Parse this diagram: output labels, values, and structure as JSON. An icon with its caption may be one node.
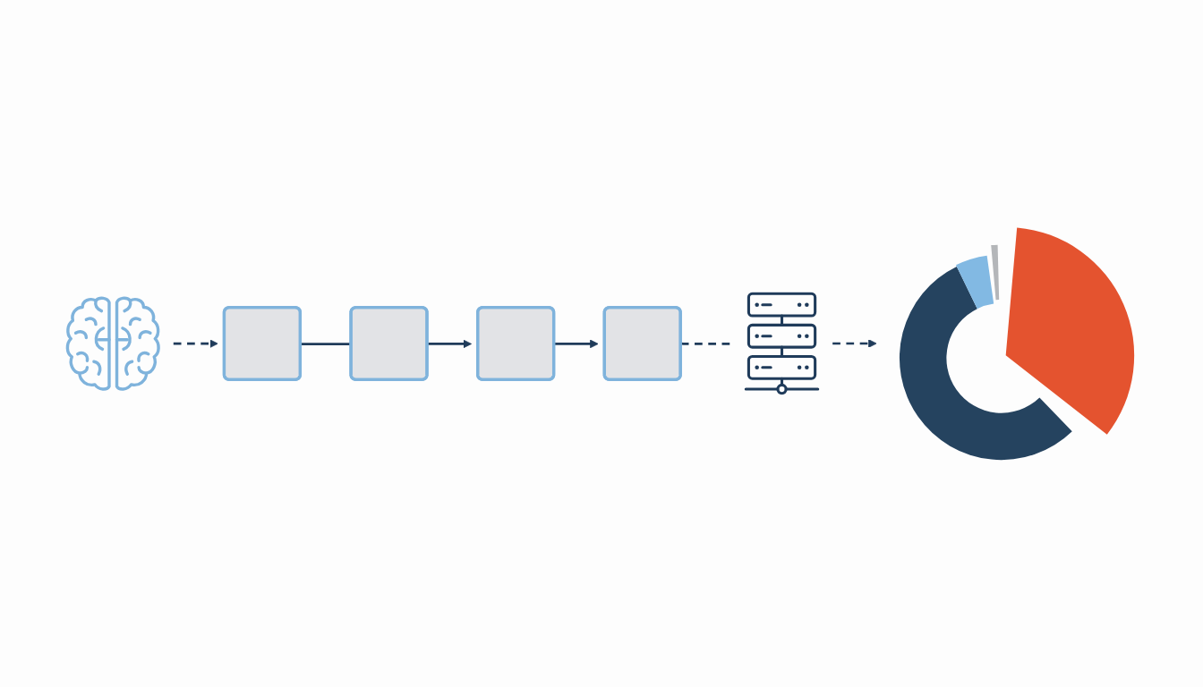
{
  "diagram": {
    "nodes": [
      {
        "text": [],
        "shape": "picture"
      },
      {
        "text": [],
        "shape": "box"
      },
      {
        "text": [],
        "shape": "box"
      },
      {
        "text": [],
        "shape": "box"
      },
      {
        "text": [],
        "shape": "box"
      },
      {
        "text": [],
        "shape": "picture"
      },
      {
        "text": [],
        "shape": "donut"
      }
    ],
    "edges": [
      {
        "from": 0,
        "to": 1,
        "arrow": "to",
        "style": "dashed"
      },
      {
        "from": 1,
        "to": 2,
        "arrow": "none"
      },
      {
        "from": 2,
        "to": 3,
        "arrow": "to"
      },
      {
        "from": 3,
        "to": 4,
        "arrow": "to"
      },
      {
        "from": 4,
        "to": 5,
        "arrow": "none",
        "style": "dashed"
      },
      {
        "from": 5,
        "to": 6,
        "arrow": "to",
        "style": "dashed"
      }
    ]
  }
}
